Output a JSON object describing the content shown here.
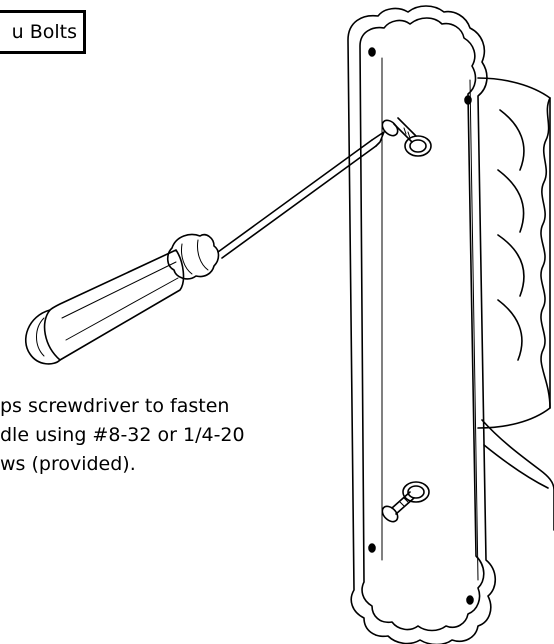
{
  "label_box": {
    "text": "u Bolts"
  },
  "instruction": {
    "lines": [
      "ps screwdriver to fasten",
      "dle using #8-32 or 1/4-20",
      "ws (provided)."
    ]
  },
  "colors": {
    "ink": "#000000",
    "background": "#ffffff"
  },
  "icons": [
    "screwdriver",
    "door-handle-plate",
    "screw"
  ]
}
